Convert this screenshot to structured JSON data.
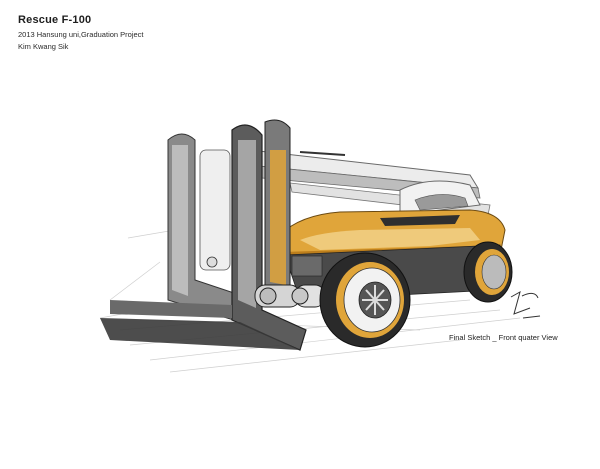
{
  "header": {
    "title": "Rescue F-100",
    "subtitle": "2013 Hansung uni,Graduation Project",
    "author": "Kim Kwang Sik"
  },
  "caption": "Final Sketch _ Front quater View",
  "sketch": {
    "subject": "rescue-vehicle-with-fork-arms",
    "colors": {
      "accent": "#e0a53a",
      "accent_dark": "#b87a1a",
      "shade": "#5a5a5a",
      "dark": "#2a2a2a",
      "light_gray": "#d8d8d8"
    }
  }
}
